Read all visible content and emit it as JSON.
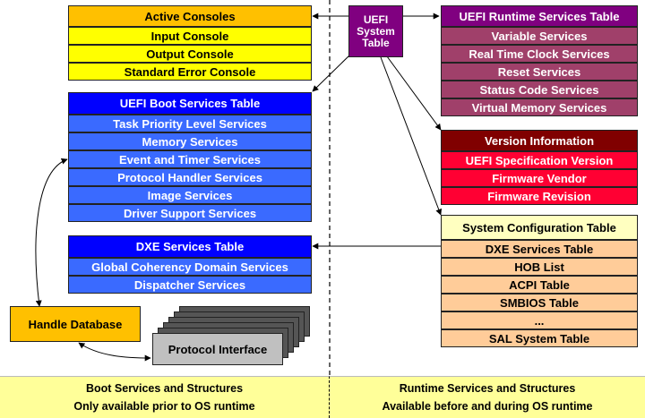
{
  "active_consoles": {
    "title": "Active Consoles",
    "items": [
      "Input Console",
      "Output Console",
      "Standard Error Console"
    ]
  },
  "boot_services": {
    "title": "UEFI Boot Services Table",
    "items": [
      "Task Priority Level Services",
      "Memory Services",
      "Event and Timer Services",
      "Protocol Handler Services",
      "Image Services",
      "Driver Support Services"
    ]
  },
  "dxe_services": {
    "title": "DXE Services Table",
    "items": [
      "Global Coherency Domain Services",
      "Dispatcher Services"
    ]
  },
  "handle_database": "Handle Database",
  "protocol_interface": "Protocol Interface",
  "system_table": {
    "line1": "UEFI",
    "line2": "System",
    "line3": "Table"
  },
  "runtime_services": {
    "title": "UEFI Runtime Services Table",
    "items": [
      "Variable Services",
      "Real Time Clock Services",
      "Reset Services",
      "Status Code Services",
      "Virtual Memory Services"
    ]
  },
  "version_information": {
    "title": "Version Information",
    "items": [
      "UEFI Specification Version",
      "Firmware Vendor",
      "Firmware Revision"
    ]
  },
  "system_configuration": {
    "title": "System Configuration Table",
    "items": [
      "DXE Services Table",
      "HOB List",
      "ACPI Table",
      "SMBIOS Table",
      "...",
      "SAL System Table"
    ]
  },
  "footer": {
    "left": {
      "line1": "Boot Services and Structures",
      "line2": "Only available prior to OS runtime"
    },
    "right": {
      "line1": "Runtime Services and Structures",
      "line2": "Available before and during OS runtime"
    }
  },
  "colors": {
    "active_consoles_header": "#ffc000",
    "active_consoles_row": "#ffff00",
    "boot_header": "#0000ff",
    "boot_row": "#3a6aff",
    "runtime_header": "#800080",
    "runtime_row": "#a0406a",
    "version_header": "#800000",
    "version_row": "#ff0033",
    "config_header": "#ffffc0",
    "config_row": "#ffcc99",
    "footer": "#ffff99"
  }
}
